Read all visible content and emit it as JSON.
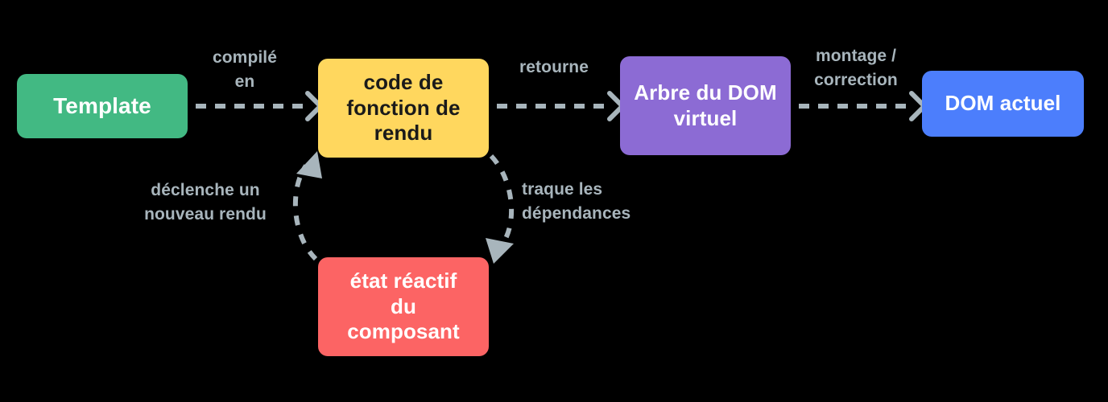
{
  "diagram": {
    "title": "Vue rendering pipeline (French)",
    "background_color": "#000000",
    "arrow_color": "#A8B5BC",
    "nodes": [
      {
        "id": "template",
        "label": "Template",
        "color": "#42B983",
        "text_color": "#FFFFFF"
      },
      {
        "id": "render_fn",
        "label": "code de\nfonction de\nrendu",
        "color": "#FFD75E",
        "text_color": "#1A1A1A"
      },
      {
        "id": "vdom",
        "label": "Arbre du DOM\nvirtuel",
        "color": "#8C6BD4",
        "text_color": "#FFFFFF"
      },
      {
        "id": "dom",
        "label": "DOM actuel",
        "color": "#4C7EFC",
        "text_color": "#FFFFFF"
      },
      {
        "id": "state",
        "label": "état réactif\ndu\ncomposant",
        "color": "#FC6464",
        "text_color": "#FFFFFF"
      }
    ],
    "edges": [
      {
        "id": "compile",
        "label": "compilé\nen",
        "from": "template",
        "to": "render_fn",
        "style": "dashed-straight"
      },
      {
        "id": "returns",
        "label": "retourne",
        "from": "render_fn",
        "to": "vdom",
        "style": "dashed-straight"
      },
      {
        "id": "mount",
        "label": "montage /\ncorrection",
        "from": "vdom",
        "to": "dom",
        "style": "dashed-straight"
      },
      {
        "id": "track",
        "label": "traque les\ndépendances",
        "from": "render_fn",
        "to": "state",
        "style": "dashed-curved"
      },
      {
        "id": "rerender",
        "label": "déclenche un\nnouveau rendu",
        "from": "state",
        "to": "render_fn",
        "style": "dashed-curved"
      }
    ]
  }
}
